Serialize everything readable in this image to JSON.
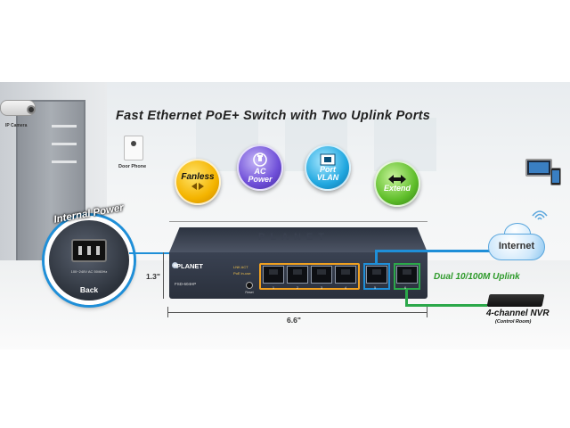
{
  "headline": "Fast Ethernet PoE+ Switch with Two Uplink Ports",
  "scene": {
    "camera_label": "IP Camera",
    "doorphone_label": "Door Phone"
  },
  "features": [
    {
      "label": "Fanless",
      "icon": "fan-icon"
    },
    {
      "label_line1": "AC",
      "label_line2": "Power",
      "icon": "power-plug-icon"
    },
    {
      "label_line1": "Port",
      "label_line2": "VLAN",
      "icon": "ethernet-port-icon"
    },
    {
      "label": "Extend",
      "icon": "double-arrow-icon"
    }
  ],
  "power": {
    "title": "Internal Power",
    "spec": "100~240V AC 50/60Hz",
    "back_label": "Back"
  },
  "switch": {
    "brand": "PLANET",
    "top_text": "PLANET",
    "model": "FSD-604HP",
    "led_link": "LNK  ACT",
    "led_poe": "PoE in-use",
    "reset_label": "Reset",
    "port_numbers": [
      "1",
      "2",
      "3",
      "4"
    ],
    "uplink_labels": [
      "5",
      "6"
    ]
  },
  "dimensions": {
    "width": "6.6\"",
    "height": "1.3\""
  },
  "network": {
    "internet_label": "Internet",
    "uplink_title": "Dual 10/100M Uplink",
    "nvr_label": "4-channel NVR",
    "nvr_sub": "(Control Room)"
  },
  "colors": {
    "poe_frame": "#f0a020",
    "uplink_internet": "#1f8fd8",
    "uplink_nvr": "#2ba84a"
  }
}
